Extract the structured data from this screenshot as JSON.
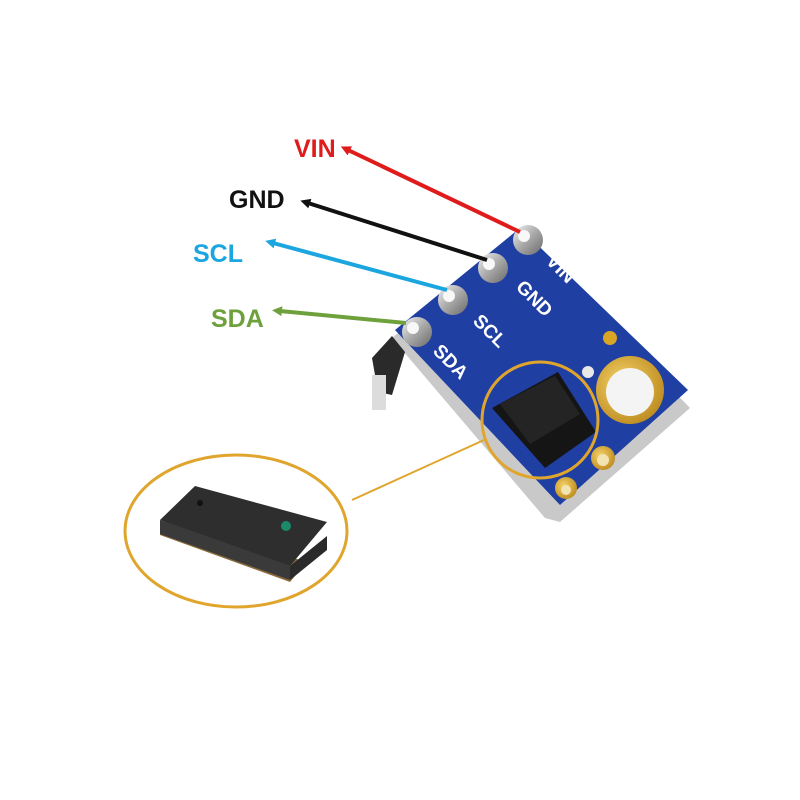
{
  "pins": [
    {
      "label": "VIN",
      "color": "#e01b1b"
    },
    {
      "label": "GND",
      "color": "#111111"
    },
    {
      "label": "SCL",
      "color": "#1ba6e0"
    },
    {
      "label": "SDA",
      "color": "#6ea13c"
    }
  ],
  "board": {
    "silkscreen": [
      "VIN",
      "GND",
      "SCL",
      "SDA"
    ],
    "pcb_color": "#1f3fa3",
    "pad_color": "#d9a526"
  },
  "callout": {
    "color": "#e0a52c",
    "chip_color": "#2e2e2e"
  }
}
